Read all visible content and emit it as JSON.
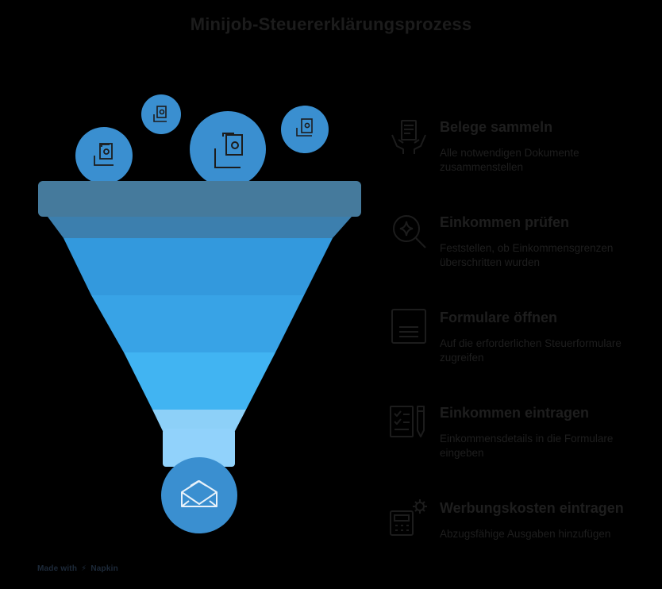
{
  "title": "Minijob-Steuererklärungsprozess",
  "colors": {
    "rim": "#457a9c",
    "band1": "#2f86c7",
    "band2": "#3399dd",
    "band3": "#3fb1f0",
    "band4": "#8dd0f8",
    "spout": "#91d2fb",
    "bubble": "#3a8fd0",
    "icon_line": "#1c1c1c"
  },
  "steps": [
    {
      "title": "Belege sammeln",
      "description": "Alle notwendigen Dokumente zusammenstellen",
      "icon": "hands-documents-icon"
    },
    {
      "title": "Einkommen prüfen",
      "description": "Feststellen, ob Einkommensgrenzen überschritten wurden",
      "icon": "magnifier-icon"
    },
    {
      "title": "Formulare öffnen",
      "description": "Auf die erforderlichen Steuerformulare zugreifen",
      "icon": "form-icon"
    },
    {
      "title": "Einkommen eintragen",
      "description": "Einkommensdetails in die Formulare eingeben",
      "icon": "checklist-pen-icon"
    },
    {
      "title": "Werbungskosten eintragen",
      "description": "Abzugsfähige Ausgaben hinzufügen",
      "icon": "calculator-gear-icon"
    }
  ],
  "footer": {
    "made_with": "Made with",
    "brand": "Napkin"
  }
}
